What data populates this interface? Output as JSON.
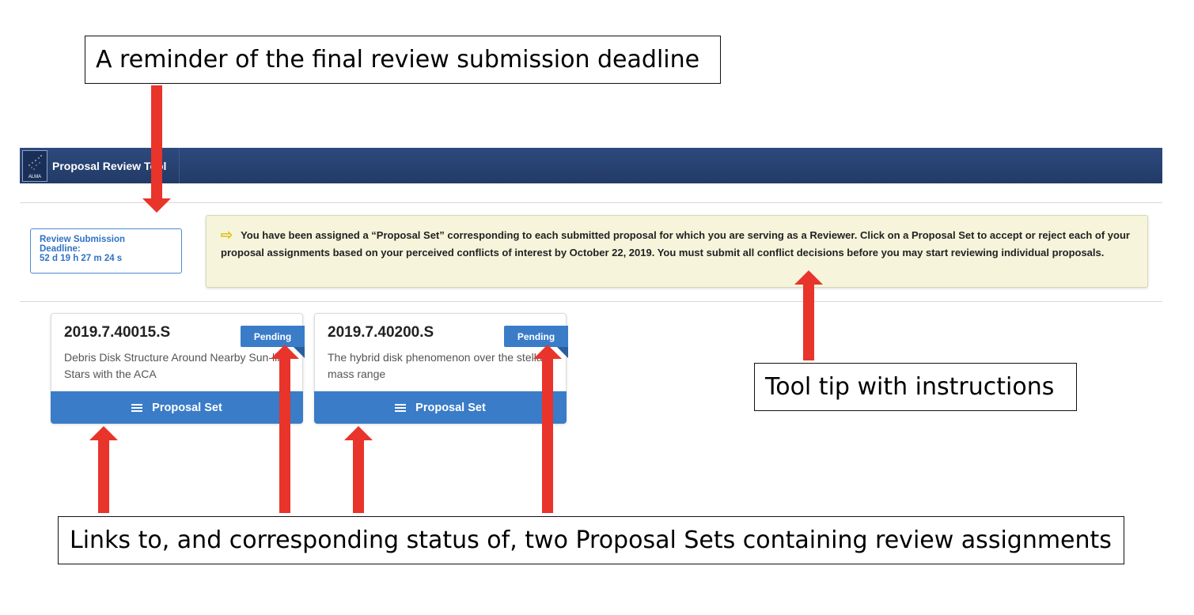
{
  "annotations": {
    "deadline_reminder": "A reminder of the final review submission deadline",
    "tooltip_instructions": "Tool tip with instructions",
    "proposal_set_links": "Links to, and corresponding status of, two Proposal Sets containing review assignments"
  },
  "header": {
    "logo_text": "ALMA",
    "title": "Proposal Review Tool"
  },
  "deadline": {
    "label_line1": "Review Submission",
    "label_line2": "Deadline:",
    "countdown": "52 d 19 h 27 m 24 s"
  },
  "tooltip": {
    "icon": "right-arrow-icon",
    "text": "You have been assigned a “Proposal Set” corresponding to each submitted proposal for which you are serving as a Reviewer. Click on a Proposal Set to accept or reject each of your proposal assignments based on your perceived conflicts of interest by October 22, 2019. You must submit all conflict decisions before you may start reviewing individual proposals."
  },
  "cards": [
    {
      "id": "2019.7.40015.S",
      "description": "Debris Disk Structure Around Nearby Sun-like Stars with the ACA",
      "status": "Pending",
      "button": "Proposal Set"
    },
    {
      "id": "2019.7.40200.S",
      "description": "The hybrid disk phenomenon over the stellar mass range",
      "status": "Pending",
      "button": "Proposal Set"
    }
  ],
  "colors": {
    "header_bg": "#2a4677",
    "accent_blue": "#3a7cc8",
    "tooltip_bg": "#f6f5dc",
    "annotation_arrow": "#e8342a"
  }
}
